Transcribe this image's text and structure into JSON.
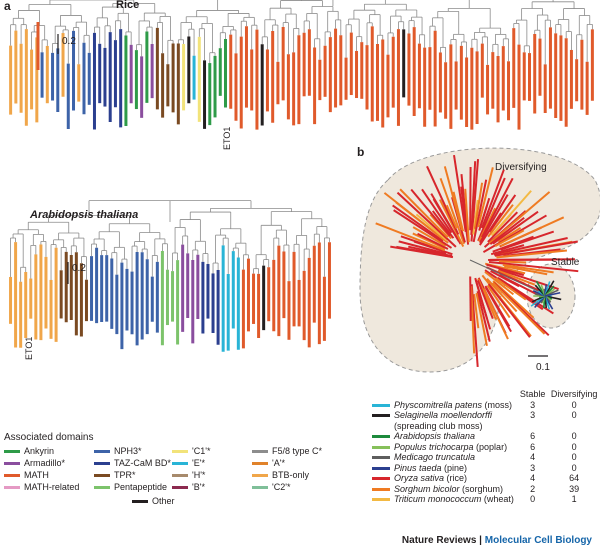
{
  "panel_a": {
    "letter": "a",
    "rice_title": "Rice",
    "arabidopsis_title": "Arabidopsis thaliana",
    "rice_scale": "0.2",
    "arabidopsis_scale": "0.2",
    "rice_eto_label": "ETO1",
    "arabidopsis_eto_label": "ETO1"
  },
  "panel_b": {
    "letter": "b",
    "diversifying_label": "Diversifying",
    "stable_label": "Stable",
    "scale": "0.1"
  },
  "legend": {
    "header": "Associated domains",
    "items": [
      {
        "label": "Ankyrin",
        "color": "#2e9b48"
      },
      {
        "label": "Armadillo*",
        "color": "#8a4e9e"
      },
      {
        "label": "MATH",
        "color": "#e05a2b"
      },
      {
        "label": "MATH-related",
        "color": "#e59ac4"
      },
      {
        "label": "NPH3*",
        "color": "#3d63a8"
      },
      {
        "label": "TAZ-CaM BD*",
        "color": "#2b3f8f"
      },
      {
        "label": "TPR*",
        "color": "#7a4a22"
      },
      {
        "label": "Pentapeptide",
        "color": "#7cc36b"
      },
      {
        "label": "'C1'*",
        "color": "#f2e37a"
      },
      {
        "label": "'E'*",
        "color": "#29b4d6"
      },
      {
        "label": "'H'*",
        "color": "#a78a6c"
      },
      {
        "label": "'B'*",
        "color": "#8c2a4f"
      },
      {
        "label": "F5/8 type C*",
        "color": "#8d8d8d"
      },
      {
        "label": "'A'*",
        "color": "#e0822a"
      },
      {
        "label": "BTB-only",
        "color": "#f0a64a"
      },
      {
        "label": "'C2'*",
        "color": "#7fbf99"
      },
      {
        "label": "Other",
        "color": "#231f20"
      }
    ]
  },
  "species_table": {
    "header_stable": "Stable",
    "header_diversifying": "Diversifying",
    "rows": [
      {
        "name": "Physcomitrella patens",
        "suffix": " (moss)",
        "color": "#29b4d6",
        "stable": "3",
        "diversifying": "0",
        "name2": ""
      },
      {
        "name": "Selaginella moellendorffi",
        "suffix": "",
        "color": "#231f20",
        "stable": "3",
        "diversifying": "0",
        "name2": "(spreading club moss)"
      },
      {
        "name": "Arabidopsis thaliana",
        "suffix": "",
        "color": "#1d8a3c",
        "stable": "6",
        "diversifying": "0",
        "name2": ""
      },
      {
        "name": "Populus trichocarpa",
        "suffix": " (poplar)",
        "color": "#86c05a",
        "stable": "6",
        "diversifying": "0",
        "name2": ""
      },
      {
        "name": "Medicago truncatula",
        "suffix": "",
        "color": "#5e5e5e",
        "stable": "4",
        "diversifying": "0",
        "name2": ""
      },
      {
        "name": "Pinus taeda",
        "suffix": " (pine)",
        "color": "#2b3f8f",
        "stable": "3",
        "diversifying": "0",
        "name2": ""
      },
      {
        "name": "Oryza sativa",
        "suffix": " (rice)",
        "color": "#d7262c",
        "stable": "4",
        "diversifying": "64",
        "name2": ""
      },
      {
        "name": "Sorghum bicolor",
        "suffix": " (sorghum)",
        "color": "#ef7b22",
        "stable": "2",
        "diversifying": "39",
        "name2": ""
      },
      {
        "name": "Triticum monococcum",
        "suffix": " (wheat)",
        "color": "#f3b943",
        "stable": "0",
        "diversifying": "1",
        "name2": ""
      }
    ]
  },
  "footer": {
    "journal": "Nature Reviews",
    "separator": " | ",
    "section": "Molecular Cell Biology"
  }
}
